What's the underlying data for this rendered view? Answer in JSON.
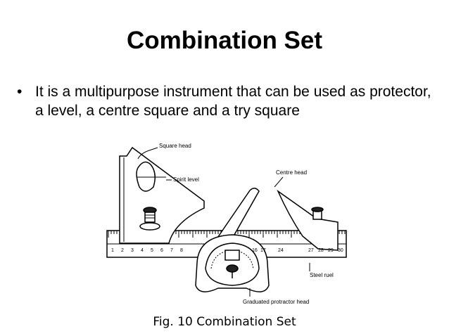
{
  "slide": {
    "title": "Combination Set",
    "bullet_marker": "•",
    "bullet": "It is a multipurpose instrument that can be used as protector, a level, a centre square and a try square"
  },
  "figure": {
    "labels": {
      "square_head": "Square head",
      "spirit_level": "Spirit level",
      "centre_head": "Centre head",
      "steel_rule": "Steel ruel",
      "protractor_head": "Graduated protractor head"
    },
    "ruler_numbers_left": [
      "1",
      "2",
      "3",
      "4",
      "5",
      "6",
      "7",
      "8"
    ],
    "ruler_numbers_right": [
      "16",
      "17",
      "24",
      "27",
      "28",
      "29",
      "30"
    ],
    "caption": "Fig. 10 Combination Set"
  }
}
